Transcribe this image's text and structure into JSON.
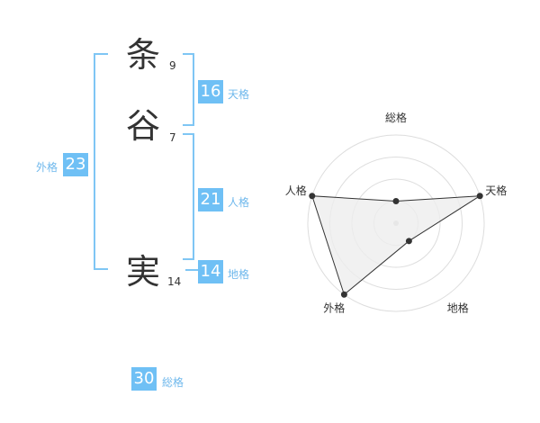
{
  "name": {
    "chars": [
      {
        "char": "条",
        "strokes": "9"
      },
      {
        "char": "谷",
        "strokes": "7"
      },
      {
        "char": "実",
        "strokes": "14"
      }
    ]
  },
  "kaku": {
    "tenkaku": {
      "value": "16",
      "label": "天格"
    },
    "jinkaku": {
      "value": "21",
      "label": "人格"
    },
    "chikaku": {
      "value": "14",
      "label": "地格"
    },
    "gaikaku": {
      "value": "23",
      "label": "外格"
    },
    "soukaku": {
      "value": "30",
      "label": "総格"
    }
  },
  "colors": {
    "accent": "#6fc0f5",
    "bracket": "#7fc6f4",
    "text": "#333333",
    "polygon_fill": "#eeeeee"
  },
  "chart_data": {
    "type": "radar",
    "axes": [
      "総格",
      "天格",
      "地格",
      "外格",
      "人格"
    ],
    "values": [
      0.25,
      1.0,
      0.25,
      1.0,
      1.0
    ],
    "max": 1.0,
    "rings": 4
  }
}
